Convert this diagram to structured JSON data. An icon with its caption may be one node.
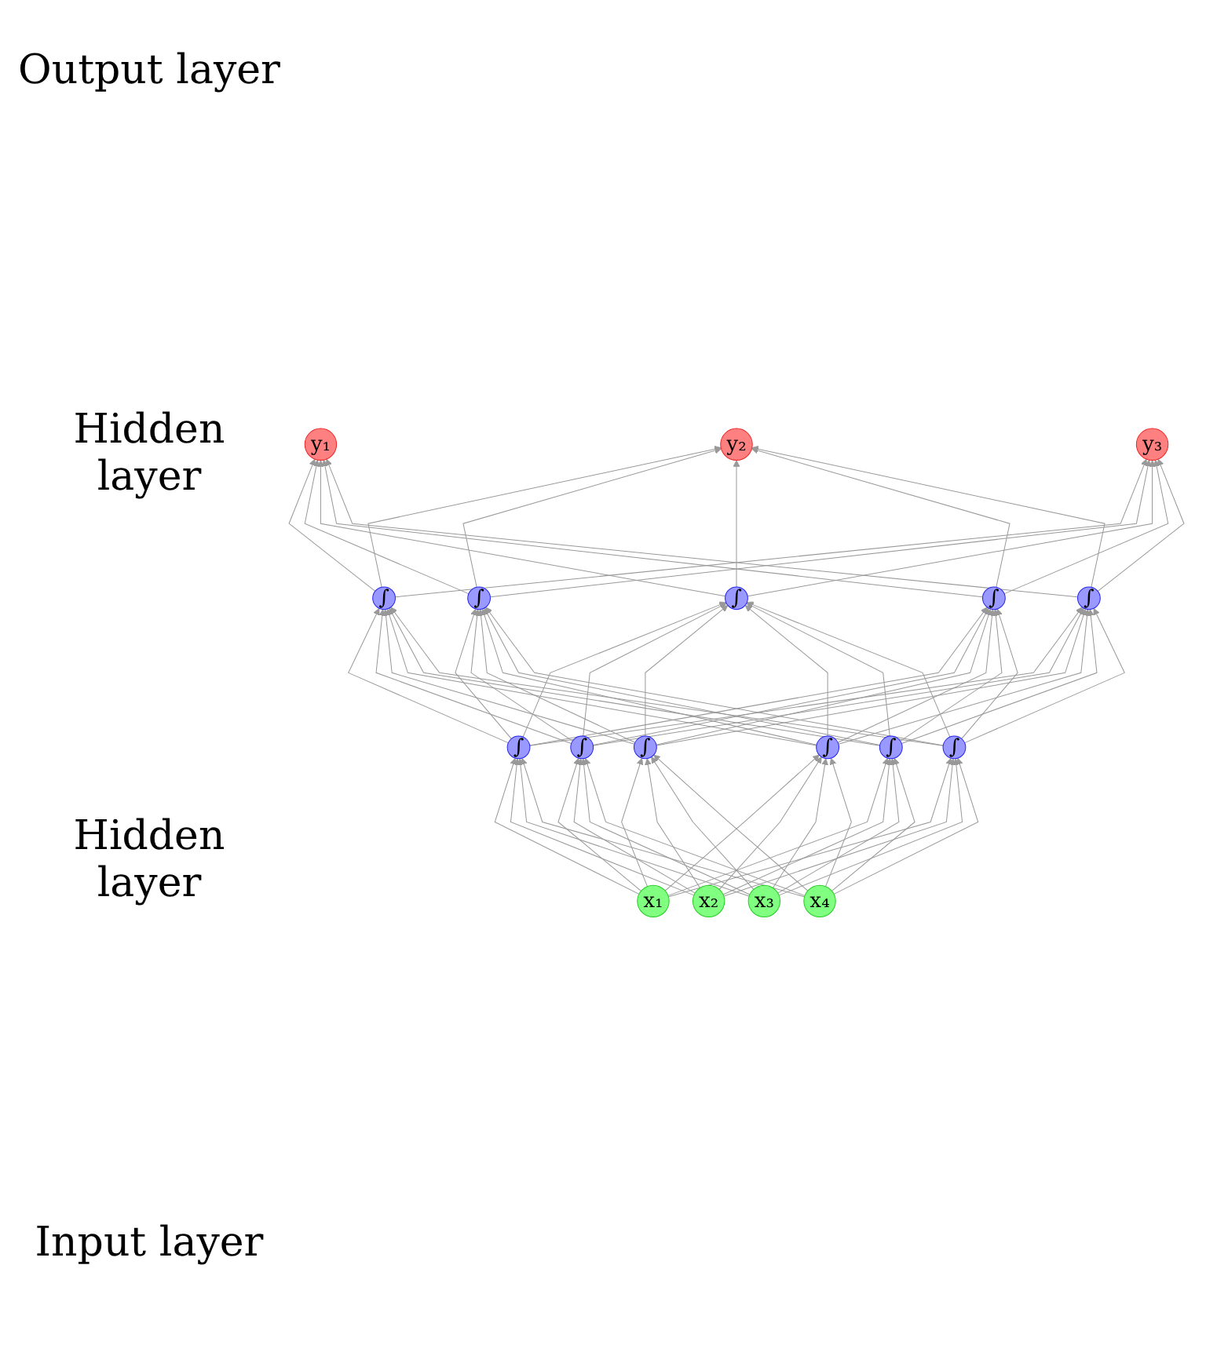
{
  "diagram": {
    "nodes": [
      {
        "text": [
          "y₁"
        ]
      },
      {
        "text": [
          "y₂"
        ]
      },
      {
        "text": [
          "y₃"
        ]
      },
      {
        "text": [
          "∫"
        ]
      },
      {
        "text": [
          "∫"
        ]
      },
      {
        "text": [
          "∫"
        ]
      },
      {
        "text": [
          "∫"
        ]
      },
      {
        "text": [
          "∫"
        ]
      },
      {
        "text": [
          "∫"
        ]
      },
      {
        "text": [
          "∫"
        ]
      },
      {
        "text": [
          "∫"
        ]
      },
      {
        "text": [
          "∫"
        ]
      },
      {
        "text": [
          "∫"
        ]
      },
      {
        "text": [
          "∫"
        ]
      },
      {
        "text": [
          "x₁"
        ]
      },
      {
        "text": [
          "x₂"
        ]
      },
      {
        "text": [
          "x₃"
        ]
      },
      {
        "text": [
          "x₄"
        ]
      }
    ],
    "edges": [
      {
        "from": 14,
        "to": 8,
        "arrow": "to"
      },
      {
        "from": 14,
        "to": 9,
        "arrow": "to"
      },
      {
        "from": 14,
        "to": 10,
        "arrow": "to"
      },
      {
        "from": 14,
        "to": 11,
        "arrow": "to"
      },
      {
        "from": 14,
        "to": 12,
        "arrow": "to"
      },
      {
        "from": 14,
        "to": 13,
        "arrow": "to"
      },
      {
        "from": 15,
        "to": 8,
        "arrow": "to"
      },
      {
        "from": 15,
        "to": 9,
        "arrow": "to"
      },
      {
        "from": 15,
        "to": 10,
        "arrow": "to"
      },
      {
        "from": 15,
        "to": 11,
        "arrow": "to"
      },
      {
        "from": 15,
        "to": 12,
        "arrow": "to"
      },
      {
        "from": 15,
        "to": 13,
        "arrow": "to"
      },
      {
        "from": 16,
        "to": 8,
        "arrow": "to"
      },
      {
        "from": 16,
        "to": 9,
        "arrow": "to"
      },
      {
        "from": 16,
        "to": 10,
        "arrow": "to"
      },
      {
        "from": 16,
        "to": 11,
        "arrow": "to"
      },
      {
        "from": 16,
        "to": 12,
        "arrow": "to"
      },
      {
        "from": 16,
        "to": 13,
        "arrow": "to"
      },
      {
        "from": 17,
        "to": 8,
        "arrow": "to"
      },
      {
        "from": 17,
        "to": 9,
        "arrow": "to"
      },
      {
        "from": 17,
        "to": 10,
        "arrow": "to"
      },
      {
        "from": 17,
        "to": 11,
        "arrow": "to"
      },
      {
        "from": 17,
        "to": 12,
        "arrow": "to"
      },
      {
        "from": 17,
        "to": 13,
        "arrow": "to"
      },
      {
        "from": 8,
        "to": 3,
        "arrow": "to"
      },
      {
        "from": 8,
        "to": 4,
        "arrow": "to"
      },
      {
        "from": 8,
        "to": 5,
        "arrow": "to"
      },
      {
        "from": 8,
        "to": 6,
        "arrow": "to"
      },
      {
        "from": 8,
        "to": 7,
        "arrow": "to"
      },
      {
        "from": 9,
        "to": 3,
        "arrow": "to"
      },
      {
        "from": 9,
        "to": 4,
        "arrow": "to"
      },
      {
        "from": 9,
        "to": 5,
        "arrow": "to"
      },
      {
        "from": 9,
        "to": 6,
        "arrow": "to"
      },
      {
        "from": 9,
        "to": 7,
        "arrow": "to"
      },
      {
        "from": 10,
        "to": 3,
        "arrow": "to"
      },
      {
        "from": 10,
        "to": 4,
        "arrow": "to"
      },
      {
        "from": 10,
        "to": 5,
        "arrow": "to"
      },
      {
        "from": 10,
        "to": 6,
        "arrow": "to"
      },
      {
        "from": 10,
        "to": 7,
        "arrow": "to"
      },
      {
        "from": 11,
        "to": 3,
        "arrow": "to"
      },
      {
        "from": 11,
        "to": 4,
        "arrow": "to"
      },
      {
        "from": 11,
        "to": 5,
        "arrow": "to"
      },
      {
        "from": 11,
        "to": 6,
        "arrow": "to"
      },
      {
        "from": 11,
        "to": 7,
        "arrow": "to"
      },
      {
        "from": 12,
        "to": 3,
        "arrow": "to"
      },
      {
        "from": 12,
        "to": 4,
        "arrow": "to"
      },
      {
        "from": 12,
        "to": 5,
        "arrow": "to"
      },
      {
        "from": 12,
        "to": 6,
        "arrow": "to"
      },
      {
        "from": 12,
        "to": 7,
        "arrow": "to"
      },
      {
        "from": 13,
        "to": 3,
        "arrow": "to"
      },
      {
        "from": 13,
        "to": 4,
        "arrow": "to"
      },
      {
        "from": 13,
        "to": 5,
        "arrow": "to"
      },
      {
        "from": 13,
        "to": 6,
        "arrow": "to"
      },
      {
        "from": 13,
        "to": 7,
        "arrow": "to"
      },
      {
        "from": 3,
        "to": 0,
        "arrow": "to"
      },
      {
        "from": 3,
        "to": 1,
        "arrow": "to"
      },
      {
        "from": 3,
        "to": 2,
        "arrow": "to"
      },
      {
        "from": 4,
        "to": 0,
        "arrow": "to"
      },
      {
        "from": 4,
        "to": 1,
        "arrow": "to"
      },
      {
        "from": 4,
        "to": 2,
        "arrow": "to"
      },
      {
        "from": 5,
        "to": 0,
        "arrow": "to"
      },
      {
        "from": 5,
        "to": 1,
        "arrow": "to"
      },
      {
        "from": 5,
        "to": 2,
        "arrow": "to"
      },
      {
        "from": 6,
        "to": 0,
        "arrow": "to"
      },
      {
        "from": 6,
        "to": 1,
        "arrow": "to"
      },
      {
        "from": 6,
        "to": 2,
        "arrow": "to"
      },
      {
        "from": 7,
        "to": 0,
        "arrow": "to"
      },
      {
        "from": 7,
        "to": 1,
        "arrow": "to"
      },
      {
        "from": 7,
        "to": 2,
        "arrow": "to"
      }
    ],
    "labels": [
      "Output layer",
      "Hidden layer",
      "Hidden layer",
      "Input layer"
    ]
  }
}
